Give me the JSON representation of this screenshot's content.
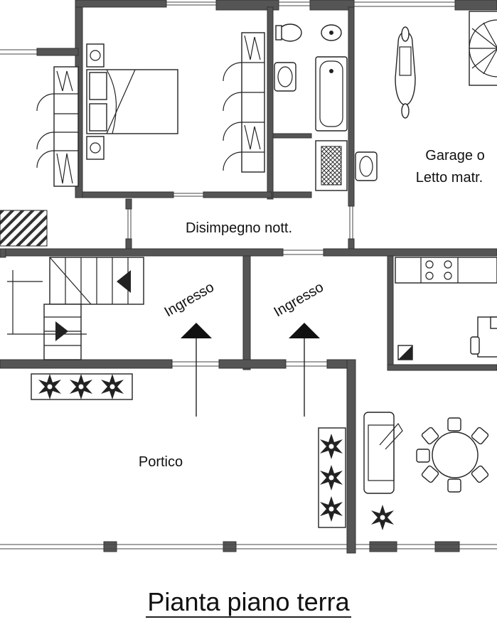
{
  "title": "Pianta piano terra",
  "rooms": {
    "garage": [
      "Garage o",
      "Letto matr."
    ],
    "corridor": "Disimpegno nott.",
    "entrance_left": "Ingresso",
    "entrance_right": "Ingresso",
    "portico": "Portico"
  },
  "colors": {
    "wall": "#555555",
    "line": "#222222",
    "background": "#ffffff"
  }
}
